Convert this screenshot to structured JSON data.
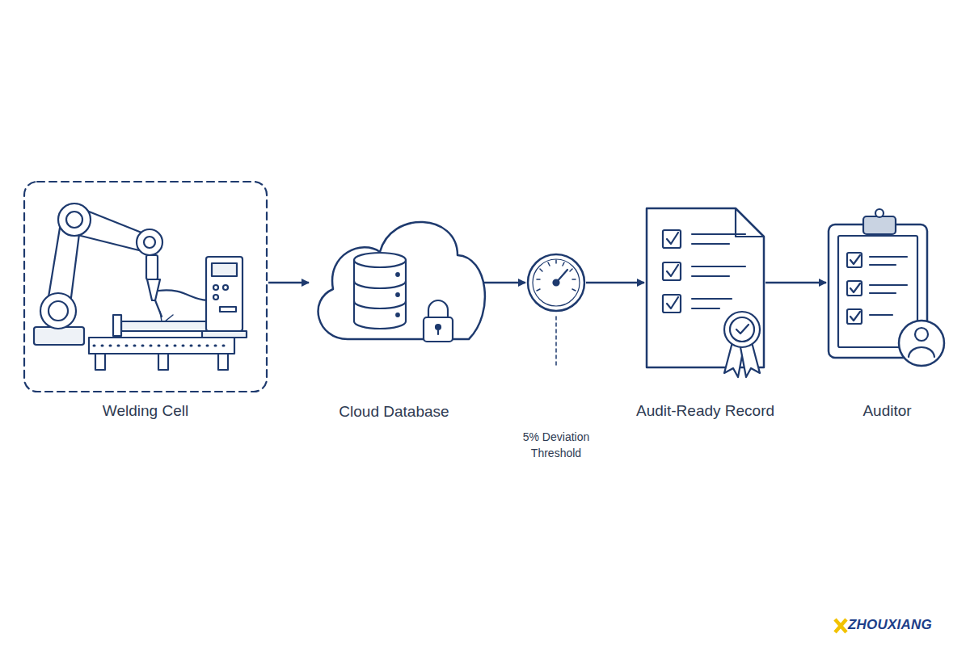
{
  "diagram": {
    "nodes": [
      {
        "text": [
          "Welding Cell"
        ]
      },
      {
        "text": [
          "Cloud Database"
        ]
      },
      {
        "text": [
          "5% Deviation Threshold"
        ]
      },
      {
        "text": [
          "Audit-Ready Record"
        ]
      },
      {
        "text": [
          "Auditor"
        ]
      }
    ],
    "edges": [
      {
        "from": 0,
        "to": 1,
        "arrow": "to"
      },
      {
        "from": 1,
        "to": 2,
        "arrow": "to"
      },
      {
        "from": 2,
        "to": 3,
        "arrow": "to"
      },
      {
        "from": 3,
        "to": 4,
        "arrow": "to"
      }
    ],
    "labels": [
      "ZHOUXIANG"
    ]
  }
}
